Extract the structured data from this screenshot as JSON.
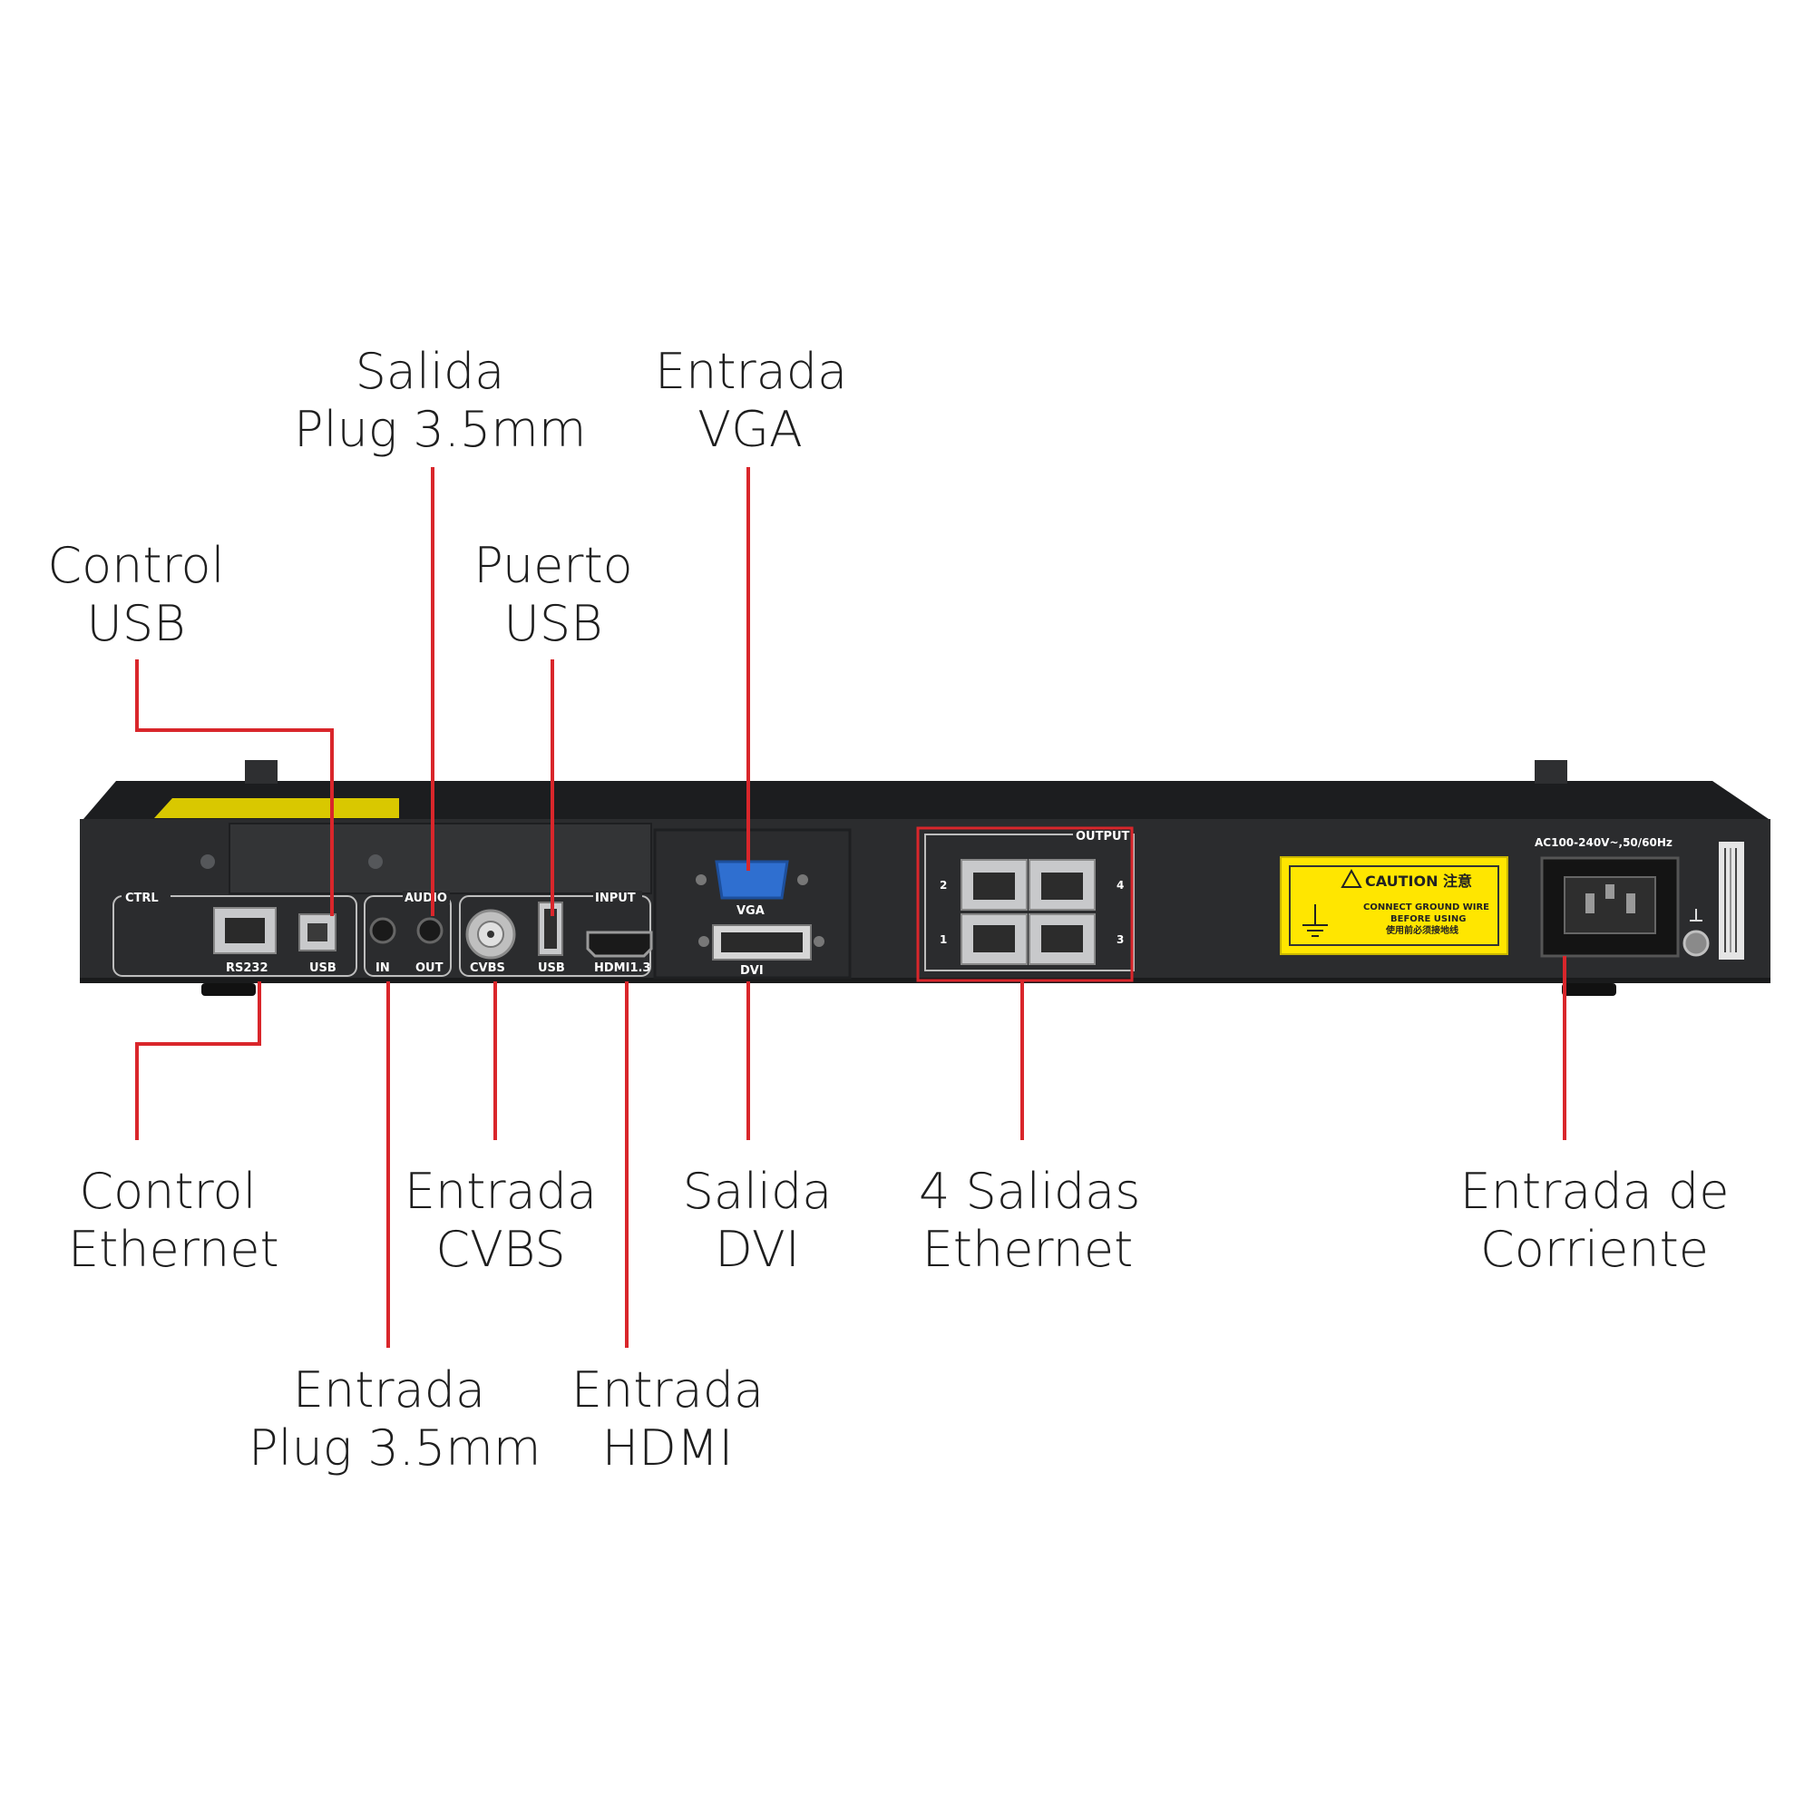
{
  "colors": {
    "leader_line": "#d9262b",
    "chassis": "#2b2c2e",
    "chassis_top": "#1c1d1f",
    "caution_label": "#ffe600",
    "port_grey": "#c8c9cb",
    "vga_blue": "#2f6fd0"
  },
  "callouts": {
    "salida_plug": [
      "Salida",
      "Plug 3.5mm"
    ],
    "entrada_vga": [
      "Entrada",
      "VGA"
    ],
    "control_usb": [
      "Control",
      "USB"
    ],
    "puerto_usb": [
      "Puerto",
      "USB"
    ],
    "control_ethernet": [
      "Control",
      "Ethernet"
    ],
    "entrada_cvbs": [
      "Entrada",
      "CVBS"
    ],
    "salida_dvi": [
      "Salida",
      "DVI"
    ],
    "salidas_ethernet": [
      "4 Salidas",
      "Ethernet"
    ],
    "entrada_corriente": [
      "Entrada de",
      "Corriente"
    ],
    "entrada_plug": [
      "Entrada",
      "Plug 3.5mm"
    ],
    "entrada_hdmi": [
      "Entrada",
      "HDMI"
    ]
  },
  "device": {
    "ctrl_group": "CTRL",
    "rs232_label": "RS232",
    "ctrl_usb_label": "USB",
    "audio_group": "AUDIO",
    "audio_in_label": "IN",
    "audio_out_label": "OUT",
    "input_group": "INPUT",
    "cvbs_label": "CVBS",
    "input_usb_label": "USB",
    "hdmi_label": "HDMI1.3",
    "vga_label": "VGA",
    "dvi_label": "DVI",
    "output_group": "OUTPUT",
    "output_ports": [
      "2",
      "4",
      "1",
      "3"
    ],
    "power_rating": "AC100-240V~,50/60Hz",
    "caution_title": "CAUTION 注意",
    "caution_line1": "CONNECT GROUND WIRE",
    "caution_line2": "BEFORE USING",
    "caution_line3": "使用前必须接地线"
  }
}
